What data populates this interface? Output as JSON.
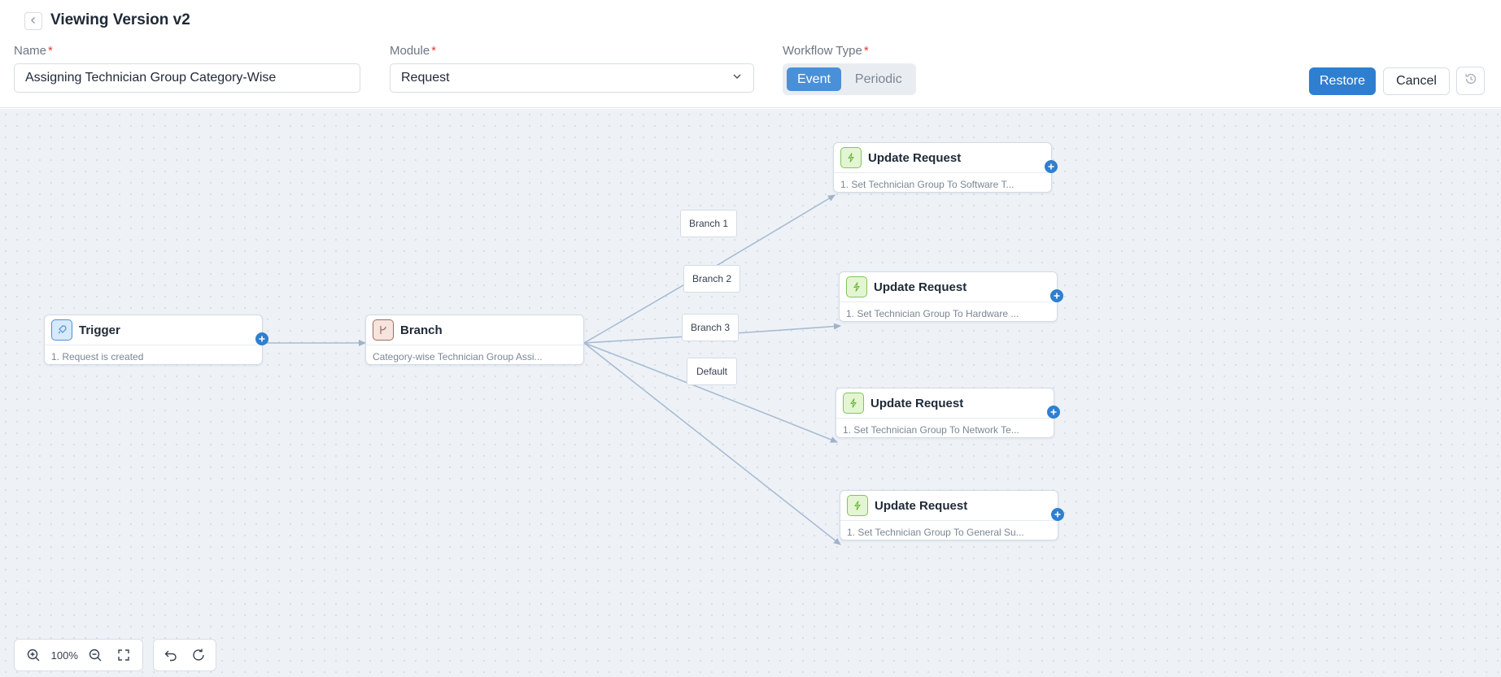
{
  "header": {
    "title": "Viewing Version v2",
    "back_icon": "chevron-left-icon"
  },
  "form": {
    "name_label": "Name",
    "name_value": "Assigning Technician Group Category-Wise",
    "module_label": "Module",
    "module_value": "Request",
    "workflow_type_label": "Workflow Type",
    "workflow_types": [
      "Event",
      "Periodic"
    ],
    "workflow_type_selected": "Event",
    "required_marker": "*"
  },
  "actions": {
    "restore_label": "Restore",
    "cancel_label": "Cancel",
    "history_icon": "history-icon"
  },
  "nodes": {
    "trigger": {
      "title": "Trigger",
      "subtitle": "1. Request is created",
      "icon": "rocket-icon"
    },
    "branch": {
      "title": "Branch",
      "subtitle": "Category-wise Technician Group Assi...",
      "icon": "branch-icon"
    },
    "actions": [
      {
        "title": "Update Request",
        "subtitle": "1. Set Technician Group To Software T...",
        "icon": "lightning-icon"
      },
      {
        "title": "Update Request",
        "subtitle": "1. Set Technician Group To Hardware ...",
        "icon": "lightning-icon"
      },
      {
        "title": "Update Request",
        "subtitle": "1. Set Technician Group To Network Te...",
        "icon": "lightning-icon"
      },
      {
        "title": "Update Request",
        "subtitle": "1. Set Technician Group To General Su...",
        "icon": "lightning-icon"
      }
    ]
  },
  "branch_labels": [
    "Branch 1",
    "Branch 2",
    "Branch 3",
    "Default"
  ],
  "controls": {
    "zoom_level": "100%"
  },
  "colors": {
    "primary": "#2f7fd0",
    "toggle_active": "#4a90d9",
    "canvas_bg": "#eef2f7",
    "required": "#e53935"
  }
}
